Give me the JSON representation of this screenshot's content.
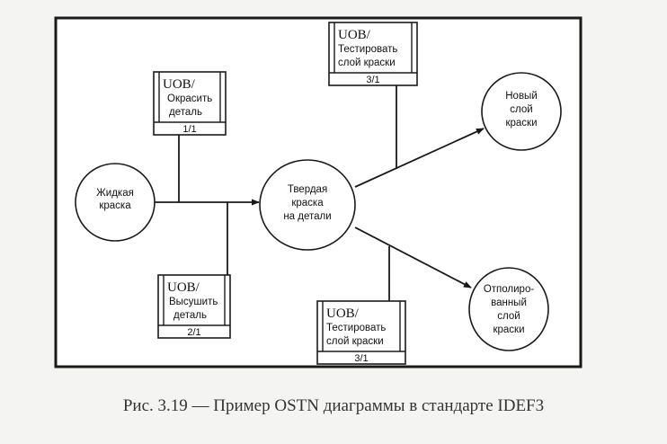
{
  "objects": [
    {
      "id": "liquid",
      "lines": [
        "Жидкая",
        "краска"
      ]
    },
    {
      "id": "solid",
      "lines": [
        "Твердая",
        "краска",
        "на детали"
      ]
    },
    {
      "id": "new-layer",
      "lines": [
        "Новый",
        "слой",
        "краски"
      ]
    },
    {
      "id": "polished",
      "lines": [
        "Отполиро-",
        "ванный",
        "слой",
        "краски"
      ]
    }
  ],
  "uobs": [
    {
      "id": "paint",
      "code": "UOB/",
      "lines": [
        "Окрасить",
        "деталь"
      ],
      "number": "1/1"
    },
    {
      "id": "dry",
      "code": "UOB/",
      "lines": [
        "Высушить",
        "деталь"
      ],
      "number": "2/1"
    },
    {
      "id": "test-top",
      "code": "UOB/",
      "lines": [
        "Тестировать",
        "слой краски"
      ],
      "number": "3/1"
    },
    {
      "id": "test-bottom",
      "code": "UOB/",
      "lines": [
        "Тестировать",
        "слой краски"
      ],
      "number": "3/1"
    }
  ],
  "caption": "Рис. 3.19 — Пример OSTN диаграммы в стандарте IDEF3"
}
